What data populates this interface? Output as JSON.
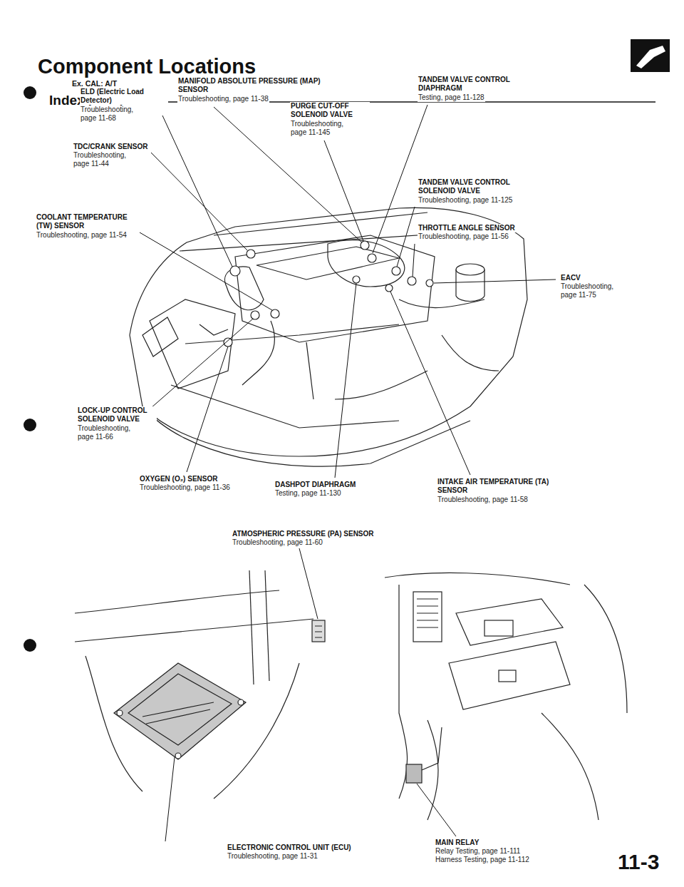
{
  "diagram": {
    "title": "Component Locations",
    "labels": [
      "Index [Std.]",
      "Ex. CAL: A/T",
      "MANIFOLD ABSOLUTE PRESSURE (MAP) SENSOR",
      "Troubleshooting, page 11-38",
      "ELD (Electric Load Detector)",
      "Troubleshooting, page 11-68",
      "PURGE CUT-OFF SOLENOID VALVE",
      "Troubleshooting, page 11-145",
      "TANDEM VALVE CONTROL DIAPHRAGM",
      "Testing, page 11-128",
      "TDC/CRANK SENSOR",
      "Troubleshooting, page 11-44",
      "TANDEM VALVE CONTROL SOLENOID VALVE",
      "Troubleshooting, page 11-125",
      "COOLANT TEMPERATURE (TW) SENSOR",
      "Troubleshooting, page 11-54",
      "THROTTLE ANGLE SENSOR",
      "Troubleshooting, page 11-56",
      "EACV",
      "Troubleshooting, page 11-75",
      "LOCK-UP CONTROL SOLENOID VALVE",
      "Troubleshooting, page 11-66",
      "OXYGEN (O₂) SENSOR",
      "Troubleshooting, page 11-36",
      "DASHPOT DIAPHRAGM",
      "Testing, page 11-130",
      "INTAKE AIR TEMPERATURE (TA) SENSOR",
      "Troubleshooting, page 11-58",
      "ATMOSPHERIC PRESSURE (PA) SENSOR",
      "Troubleshooting, page 11-60",
      "ELECTRONIC CONTROL UNIT (ECU)",
      "Troubleshooting, page 11-31",
      "MAIN RELAY",
      "Relay Testing, page 11-111",
      "Harness Testing, page 11-112",
      "11-3"
    ]
  }
}
